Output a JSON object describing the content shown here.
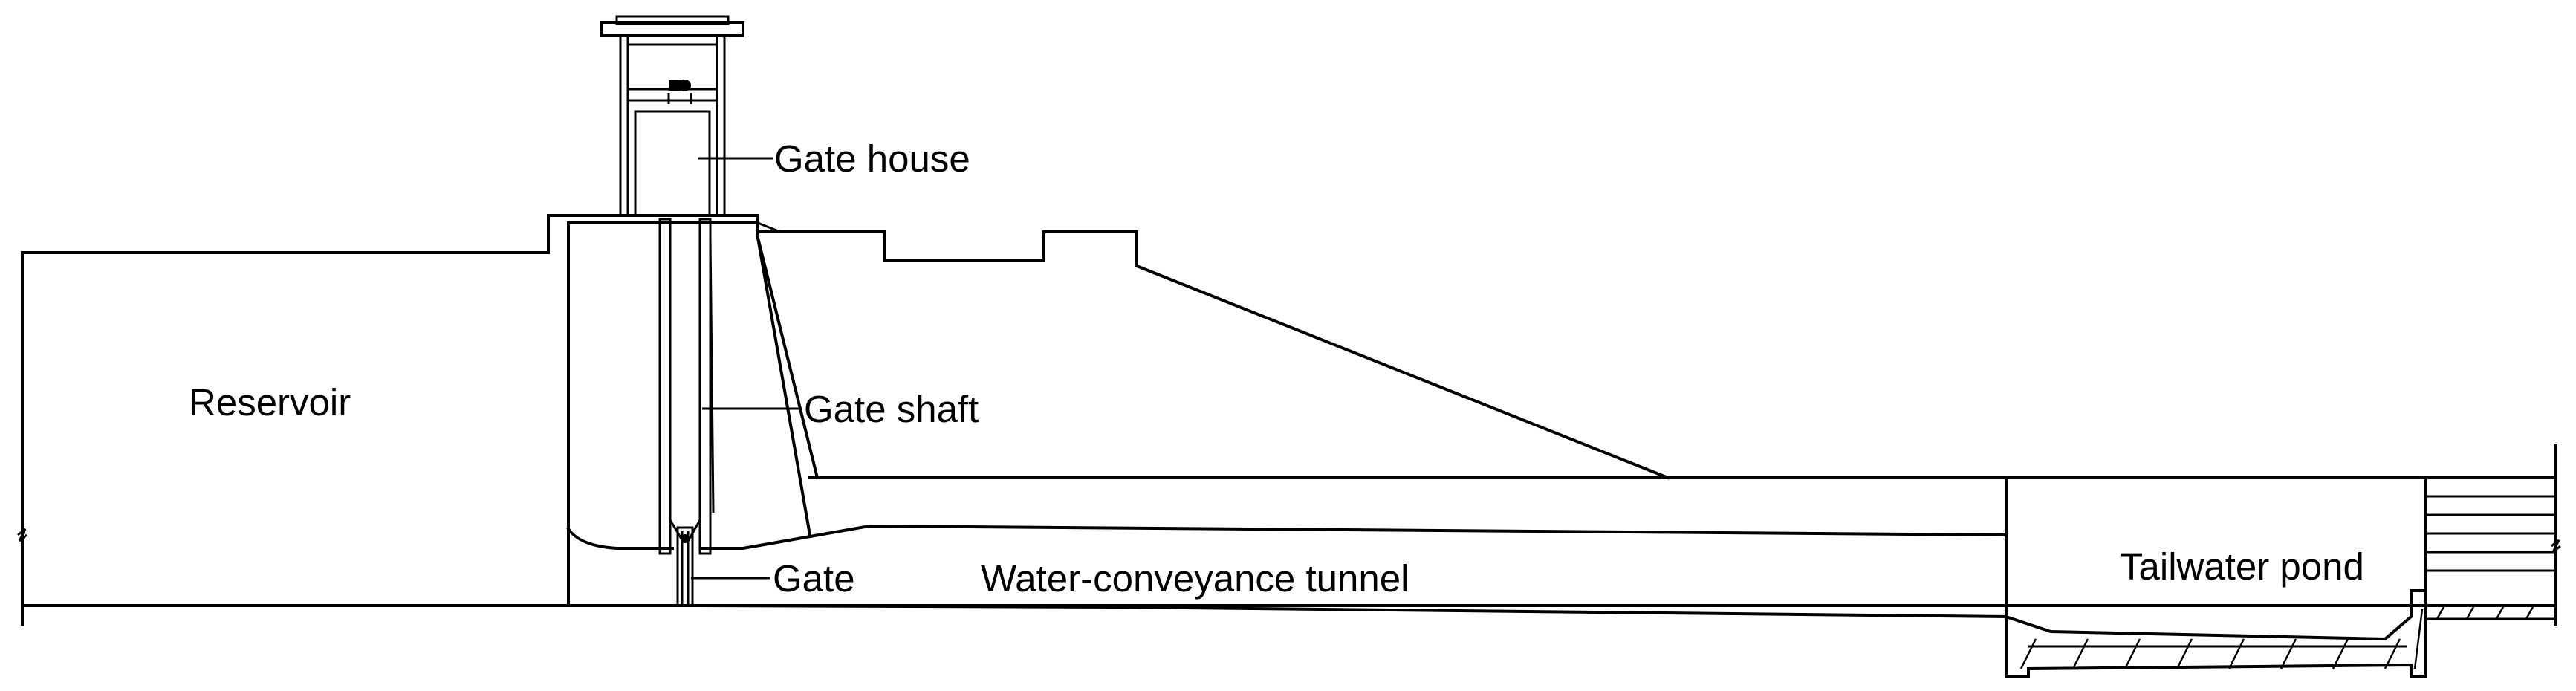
{
  "labels": {
    "gate_house": "Gate house",
    "reservoir": "Reservoir",
    "gate_shaft": "Gate shaft",
    "gate": "Gate",
    "tunnel": "Water-conveyance tunnel",
    "tailwater": "Tailwater pond"
  },
  "colors": {
    "line": "#000000",
    "background": "#ffffff"
  }
}
